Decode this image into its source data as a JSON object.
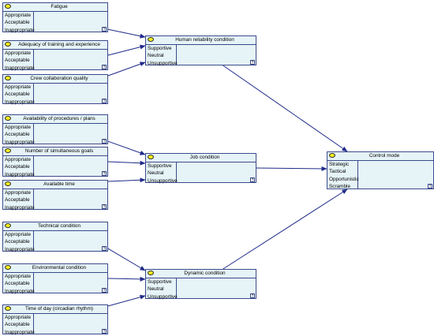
{
  "nodes": [
    {
      "id": "fatigue",
      "title": "Fatigue",
      "states": [
        "Appropriate",
        "Acceptable",
        "Inappropriate"
      ]
    },
    {
      "id": "training",
      "title": "Adequacy of training and experience",
      "states": [
        "Appropriate",
        "Acceptable",
        "Inappropriate"
      ]
    },
    {
      "id": "crew",
      "title": "Crew collaboration quality",
      "states": [
        "Appropriate",
        "Acceptable",
        "Inappropriate"
      ]
    },
    {
      "id": "procedures",
      "title": "Availability of procedures / plans",
      "states": [
        "Appropriate",
        "Acceptable",
        "Inappropriate"
      ]
    },
    {
      "id": "goals",
      "title": "Number of simultaneous goals",
      "states": [
        "Appropriate",
        "Acceptable",
        "Inappropriate"
      ]
    },
    {
      "id": "time",
      "title": "Available time",
      "states": [
        "Appropriate",
        "Acceptable",
        "Inappropriate"
      ]
    },
    {
      "id": "technical",
      "title": "Technical condition",
      "states": [
        "Appropriate",
        "Acceptable",
        "Inappropriate"
      ]
    },
    {
      "id": "environment",
      "title": "Environmental condition",
      "states": [
        "Appropriate",
        "Acceptable",
        "Inappropriate"
      ]
    },
    {
      "id": "timeofday",
      "title": "Time of day (circadian rhythm)",
      "states": [
        "Appropriate",
        "Acceptable",
        "Inappropriate"
      ]
    },
    {
      "id": "human",
      "title": "Human reliability condition",
      "states": [
        "Supportive",
        "Neutral",
        "Unsupportive"
      ]
    },
    {
      "id": "job",
      "title": "Job condition",
      "states": [
        "Supportive",
        "Neutral",
        "Unsupportive"
      ]
    },
    {
      "id": "dynamic",
      "title": "Dynamic condition",
      "states": [
        "Supportive",
        "Neutral",
        "Unsupportive"
      ]
    },
    {
      "id": "control",
      "title": "Control mode",
      "states": [
        "Strategic",
        "Tactical",
        "Opportunistic",
        "Scramble"
      ]
    }
  ],
  "help_glyph": "?",
  "indicator_icon": "yellow-oval-icon",
  "colors": {
    "node_fill": "#e6f4f7",
    "node_border": "#3a4a8c",
    "edge": "#1f2a8a",
    "indicator": "#f7ef1c"
  },
  "edges": [
    [
      "fatigue",
      "human"
    ],
    [
      "training",
      "human"
    ],
    [
      "crew",
      "human"
    ],
    [
      "procedures",
      "job"
    ],
    [
      "goals",
      "job"
    ],
    [
      "time",
      "job"
    ],
    [
      "technical",
      "dynamic"
    ],
    [
      "environment",
      "dynamic"
    ],
    [
      "timeofday",
      "dynamic"
    ],
    [
      "human",
      "control"
    ],
    [
      "job",
      "control"
    ],
    [
      "dynamic",
      "control"
    ]
  ]
}
